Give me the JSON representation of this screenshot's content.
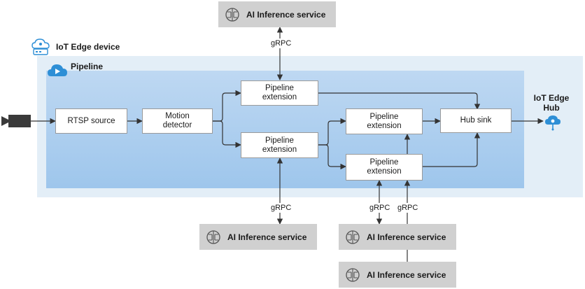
{
  "device": {
    "label": "IoT Edge device"
  },
  "pipeline": {
    "label": "Pipeline"
  },
  "nodes": {
    "rtsp_source": "RTSP source",
    "motion_detector": "Motion\ndetector",
    "ext_top": "Pipeline\nextension",
    "ext_mid": "Pipeline\nextension",
    "ext_right_top": "Pipeline\nextension",
    "ext_right_bottom": "Pipeline\nextension",
    "hub_sink": "Hub sink"
  },
  "iot_hub": {
    "label": "IoT Edge\nHub"
  },
  "ai_services": {
    "top": "AI Inference service",
    "bottom_left": "AI Inference service",
    "bottom_mid": "AI Inference service",
    "bottom_low": "AI Inference service"
  },
  "grpc": {
    "top": "gRPC",
    "bottom_left": "gRPC",
    "bottom_mid": "gRPC",
    "bottom_right": "gRPC"
  },
  "colors": {
    "device_bg": "#e3eef7",
    "pipeline_bg": "#aecfef",
    "ai_bg": "#d0d0d0",
    "accent": "#2e8fd6"
  }
}
